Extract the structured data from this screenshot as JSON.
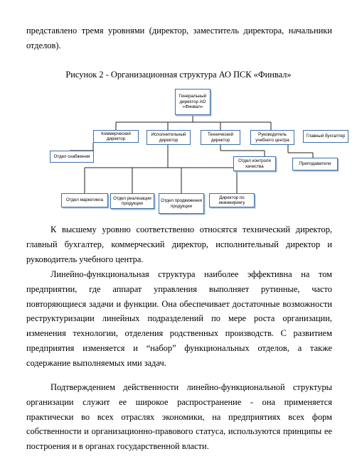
{
  "paragraphs": {
    "p1": "представлено тремя уровнями (директор, заместитель директора, начальники отделов).",
    "caption": "Рисунок 2 - Организационная структура АО ПСК «Финвал»",
    "p2": "К высшему уровню соответственно относятся технический директор, главный бухгалтер, коммерческий директор, исполнительный директор и руководитель учебного центра.",
    "p3": "Линейно-функциональная структура наиболее эффективна на том предприятии, где аппарат управления выполняет рутинные, часто повторяющиеся задачи и функции. Она обеспечивает достаточные возможности реструктуризации линейных подразделений по мере роста организации, изменения технологии, отделения родственных производств. С развитием предприятия изменяется и “набор” функциональных отделов, а также содержание выполняемых ими задач.",
    "p4": "Подтверждением действенности линейно-функциональной структуры организации служит ее широкое распространение - она применяется практически во всех отраслях экономики, на предприятиях всех форм собственности и организационно-правового статуса, используются принципы ее построения и в органах государственной власти."
  },
  "org_chart": {
    "general_director": "Генеральный директор АО «Финвал»",
    "commercial_director": "Коммерческий директор",
    "executive_director": "Исполнительный директор",
    "technical_director": "Технический директор",
    "training_center_head": "Руководитель учебного центра",
    "chief_accountant": "Главный бухгалтер",
    "supply_department": "Отдел снабжения",
    "quality_control_department": "Отдел контроля качества",
    "teachers": "Преподаватели",
    "marketing_department": "Отдел маркетинга",
    "sales_department": "Отдел реализации продукции",
    "promotion_department": "Отдел продвижения продукции",
    "engineering_director": "Директор по инжинирингу"
  },
  "colors": {
    "box_border": "#3d6fa8",
    "connector": "#1f1f1f",
    "shadow": "#9fb6d3"
  }
}
